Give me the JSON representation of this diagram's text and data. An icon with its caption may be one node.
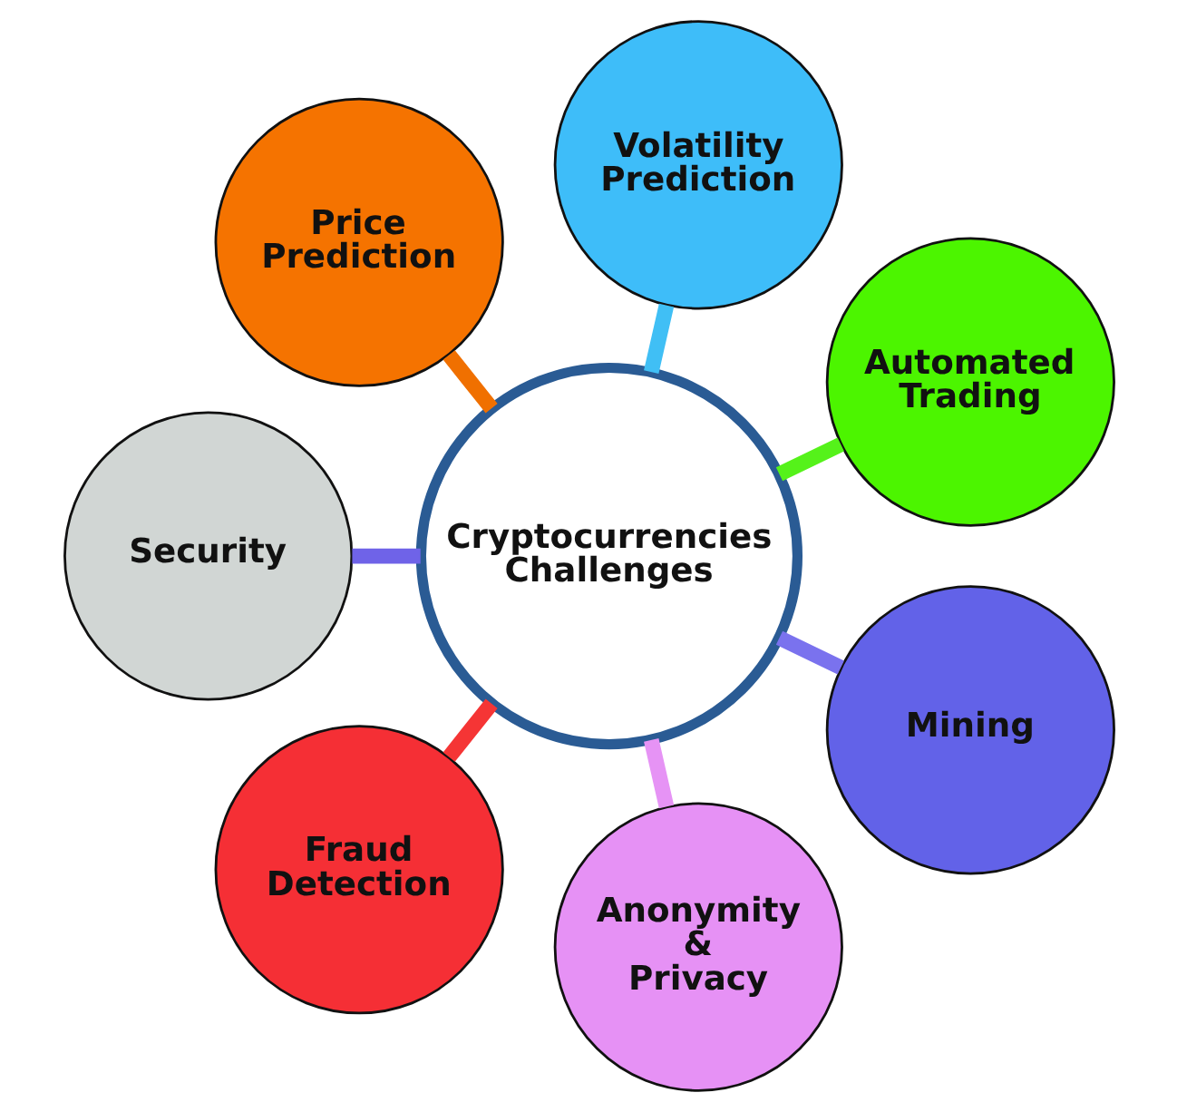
{
  "diagram": {
    "nodes": [
      {
        "text": [
          "Price Prediction"
        ]
      },
      {
        "text": [
          "Volatility Prediction"
        ]
      },
      {
        "text": [
          "Security"
        ]
      },
      {
        "text": [
          "Automated Trading"
        ]
      },
      {
        "text": [
          "Cryptocurrencies Challenges"
        ]
      },
      {
        "text": [
          "Fraud Detection"
        ]
      },
      {
        "text": [
          "Mining"
        ]
      },
      {
        "text": [
          "Anonymity & Privacy"
        ]
      }
    ],
    "edges": [
      {
        "from": 4,
        "to": 0,
        "arrow": "none",
        "color": "#f07000"
      },
      {
        "from": 4,
        "to": 1,
        "arrow": "none",
        "color": "#40bff5"
      },
      {
        "from": 4,
        "to": 3,
        "arrow": "none",
        "color": "#55f21a"
      },
      {
        "from": 4,
        "to": 6,
        "arrow": "none",
        "color": "#7a72ee"
      },
      {
        "from": 4,
        "to": 7,
        "arrow": "none",
        "color": "#e693f5"
      },
      {
        "from": 4,
        "to": 5,
        "arrow": "none",
        "color": "#f53535"
      },
      {
        "from": 4,
        "to": 2,
        "arrow": "none",
        "color": "#6f63e8"
      }
    ]
  }
}
